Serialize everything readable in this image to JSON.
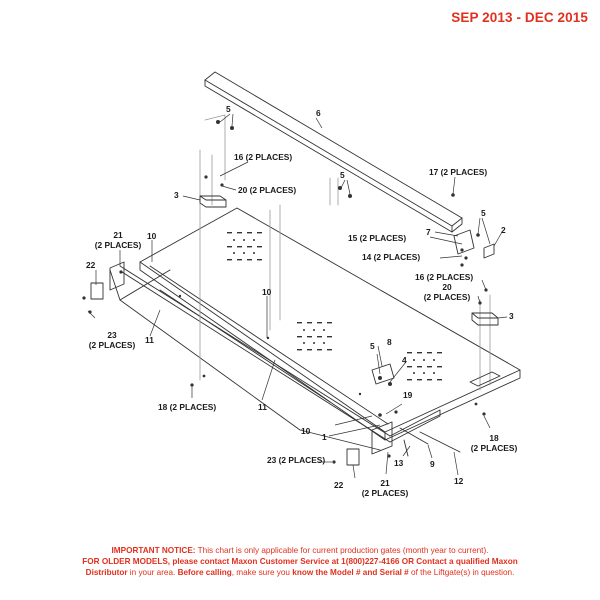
{
  "header": {
    "date_range": "SEP 2013 - DEC 2015"
  },
  "callouts": {
    "c1": "1",
    "c2": "2",
    "c3a": "3",
    "c3b": "3",
    "c4": "4",
    "c5a": "5",
    "c5b": "5",
    "c5c": "5",
    "c5d": "5",
    "c6": "6",
    "c7": "7",
    "c8": "8",
    "c9": "9",
    "c10a": "10",
    "c10b": "10",
    "c10c": "10",
    "c11a": "11",
    "c11b": "11",
    "c12": "12",
    "c13": "13",
    "c14": "14 (2 PLACES)",
    "c15": "15 (2 PLACES)",
    "c16a": "16 (2 PLACES)",
    "c16b": "16 (2 PLACES)",
    "c17": "17 (2 PLACES)",
    "c18a_1": "18 (2 PLACES)",
    "c18b_1": "18",
    "c18b_2": "(2 PLACES)",
    "c19": "19",
    "c20a": "20 (2 PLACES)",
    "c20b_1": "20",
    "c20b_2": "(2 PLACES)",
    "c21a_1": "21",
    "c21a_2": "(2 PLACES)",
    "c21b_1": "21",
    "c21b_2": "(2 PLACES)",
    "c22a": "22",
    "c22b": "22",
    "c23a_1": "23",
    "c23a_2": "(2 PLACES)",
    "c23b": "23 (2 PLACES)"
  },
  "notice": {
    "line1_lead": "IMPORTANT NOTICE:",
    "line1_rest": " This chart is only applicable for current production gates (month year to current).",
    "line2_lead": "FOR OLDER MODELS, please contact Maxon Customer Service at 1(800)227-4166 OR Contact a qualified Maxon",
    "line3_a": "Distributor",
    "line3_b": " in your area. ",
    "line3_c": "Before calling",
    "line3_d": ", make sure you ",
    "line3_e": "know the Model # and Serial #",
    "line3_f": " of the Liftgate(s) in question."
  },
  "colors": {
    "notice_red": "#e0301e",
    "line": "#333333"
  }
}
